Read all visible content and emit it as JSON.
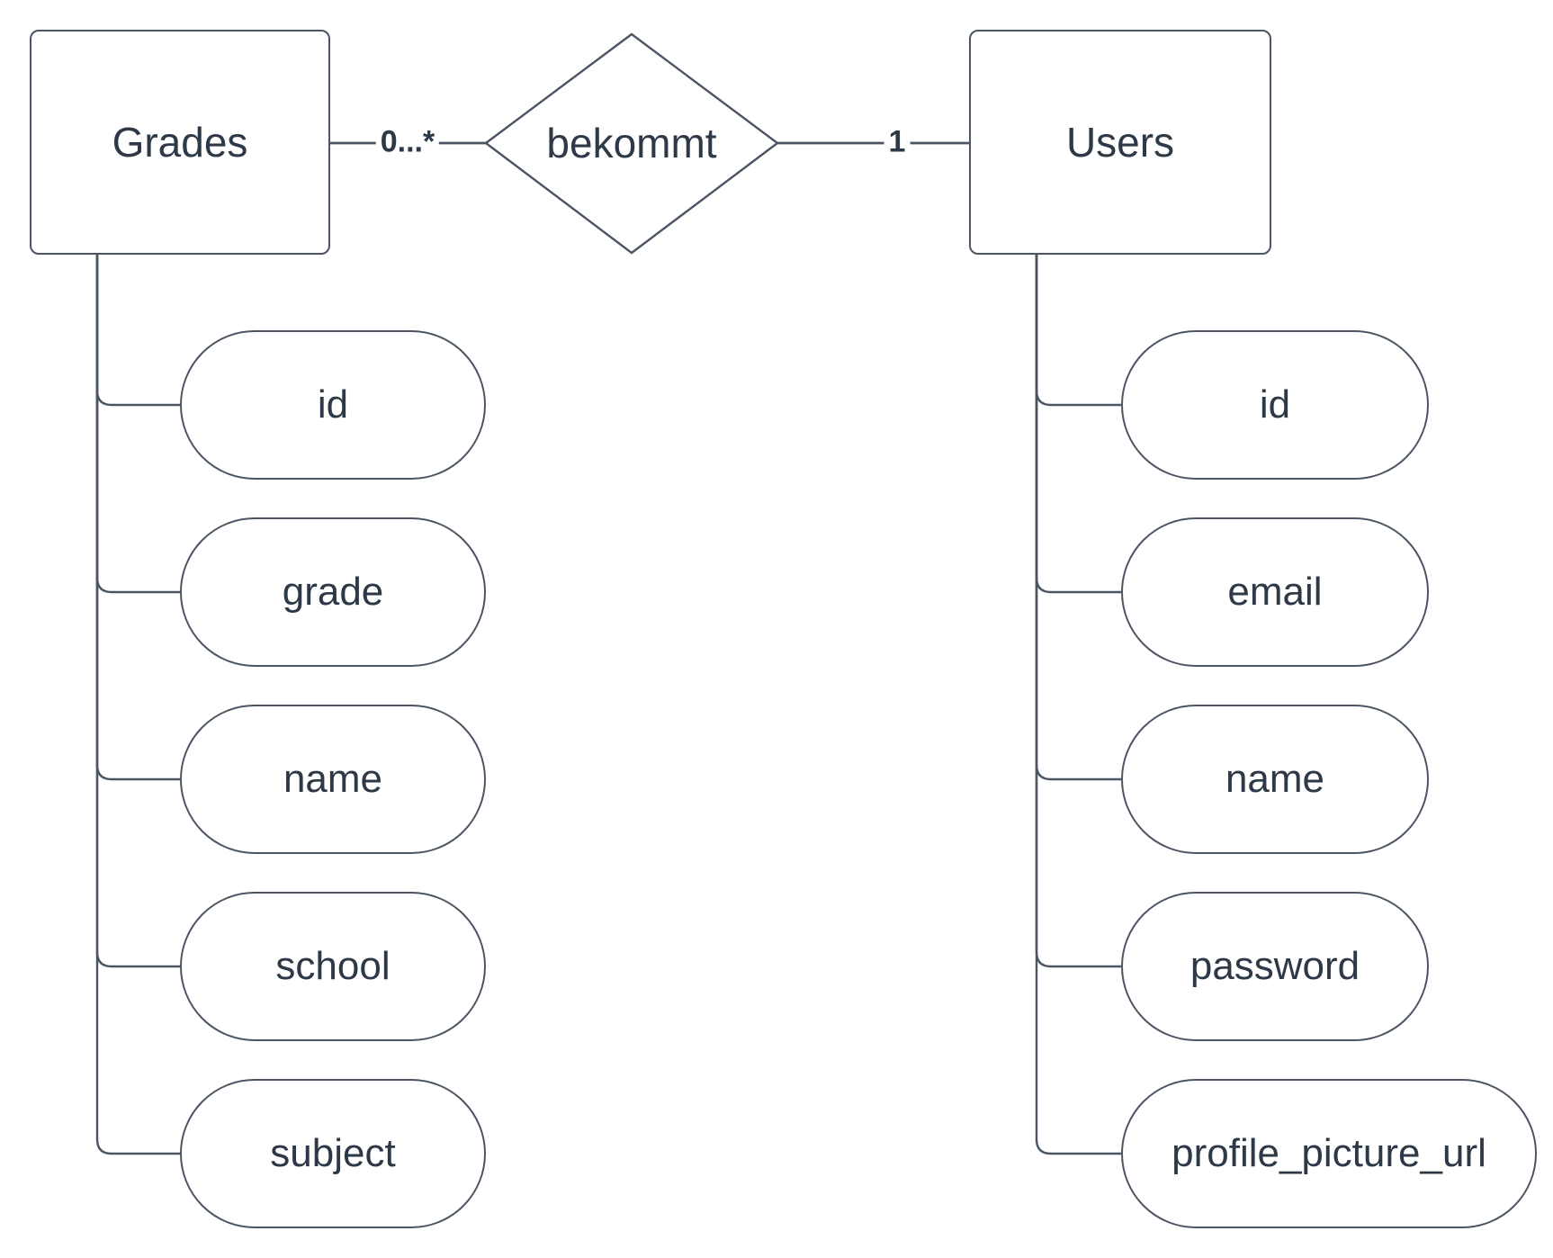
{
  "colors": {
    "stroke": "#4b5563",
    "text": "#2e3947",
    "bg": "#ffffff"
  },
  "entities": [
    {
      "label": "Grades",
      "attributes": [
        "id",
        "grade",
        "name",
        "school",
        "subject"
      ]
    },
    {
      "label": "Users",
      "attributes": [
        "id",
        "email",
        "name",
        "password",
        "profile_picture_url"
      ]
    }
  ],
  "relationship": {
    "label": "bekommt",
    "cardinality_grades_side": "0...*",
    "cardinality_users_side": "1"
  }
}
